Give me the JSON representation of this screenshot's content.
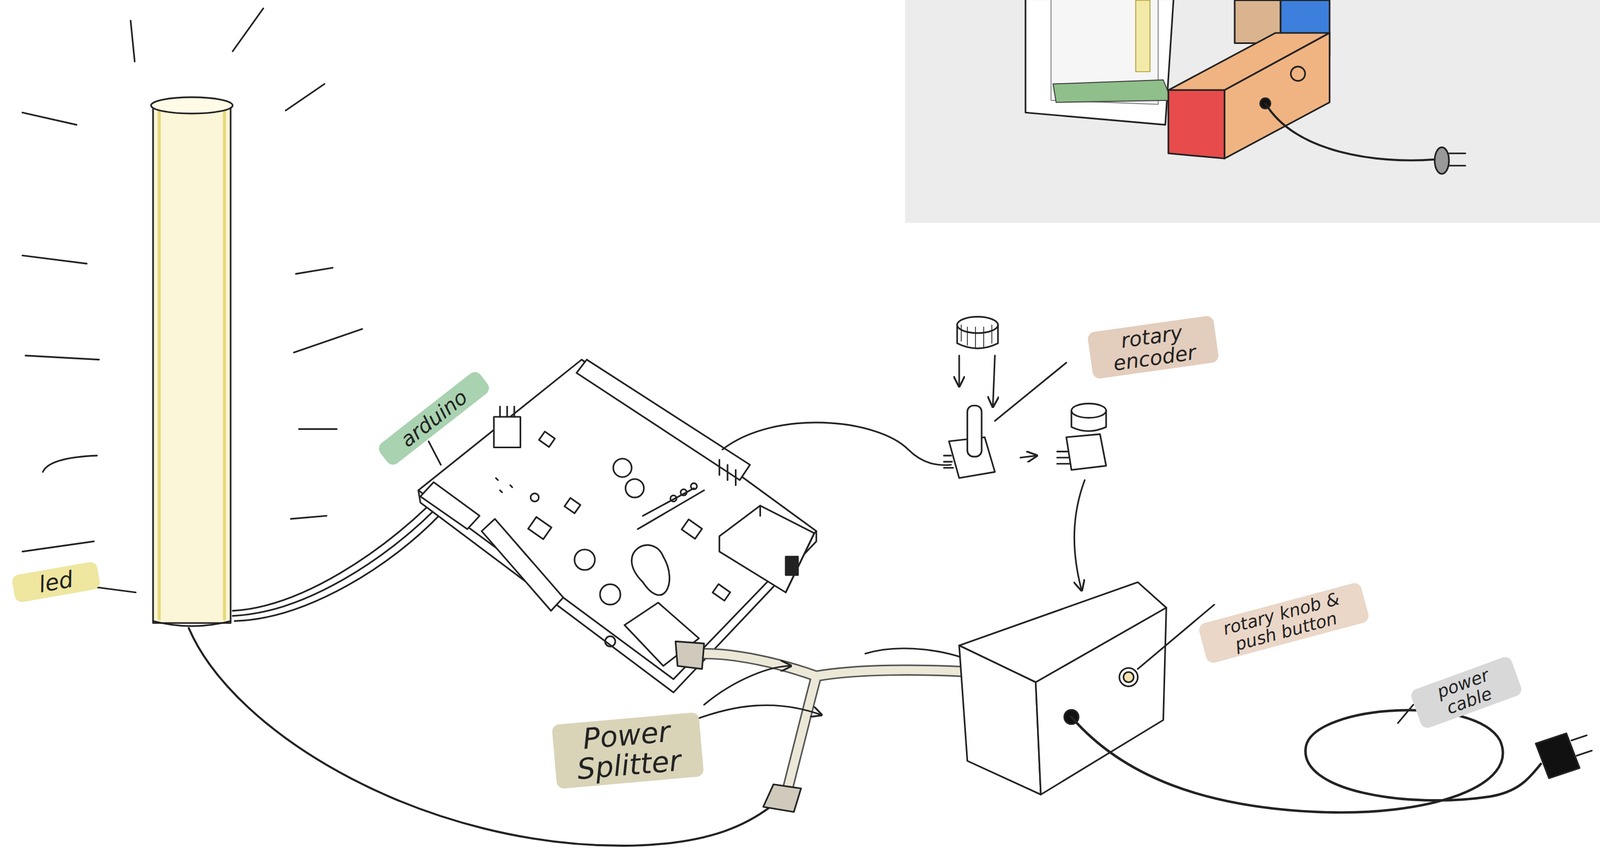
{
  "diagram": {
    "labels": [
      "led",
      "arduino",
      "rotary encoder",
      "rotary knob & push button",
      "Power Splitter",
      "power cable"
    ]
  }
}
